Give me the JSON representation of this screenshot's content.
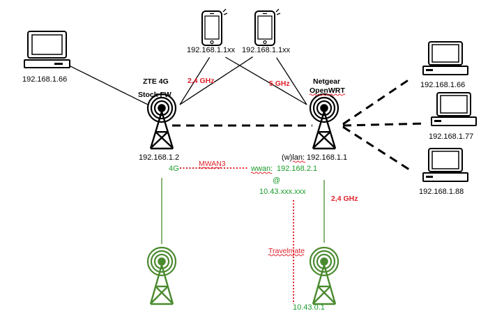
{
  "colors": {
    "black": "#000000",
    "red": "#e0202a",
    "green": "#1a9b2a",
    "tower_green": "#4a8a2f"
  },
  "nodes": {
    "pc_left_ip": "192.168.1.66",
    "phone1_ip": "192.168.1.1xx",
    "phone2_ip": "192.168.1.1xx",
    "pc_r1_ip": "192.168.1.66",
    "pc_r2_ip": "192.168.1.77",
    "pc_r3_ip": "192.168.1.88"
  },
  "zte": {
    "name_line1": "ZTE 4G",
    "name_line2": "Stock FW",
    "ip": "192.168.1.2"
  },
  "netgear": {
    "name_line1": "Netgear",
    "name_line2": "OpenWRT",
    "lan_label": "(w)lan: 192.168.1.1"
  },
  "links": {
    "zte_wifi": "2,4 GHz",
    "netgear_wifi": "5 GHz",
    "uplink_wifi": "2,4 GHz",
    "fourg": "4G",
    "mwan": "MWAN3",
    "travelmate": "Travelmate"
  },
  "wwan": {
    "label": "wwan:",
    "ip": "192.168.2.1",
    "at": "@",
    "public_ip": "10.43.xxx.xxx",
    "upstream_ip": "10.43.0.1"
  }
}
